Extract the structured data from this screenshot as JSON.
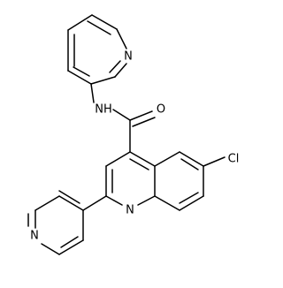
{
  "molecule": {
    "atoms": {
      "n_pyridine_top": "N",
      "nh_amide": "NH",
      "o_carbonyl": "O",
      "cl": "Cl",
      "n_quinoline": "N",
      "n_pyridine_left": "N"
    },
    "colors": {
      "bond": "#000000",
      "label": "#000000",
      "background": "#ffffff"
    }
  }
}
